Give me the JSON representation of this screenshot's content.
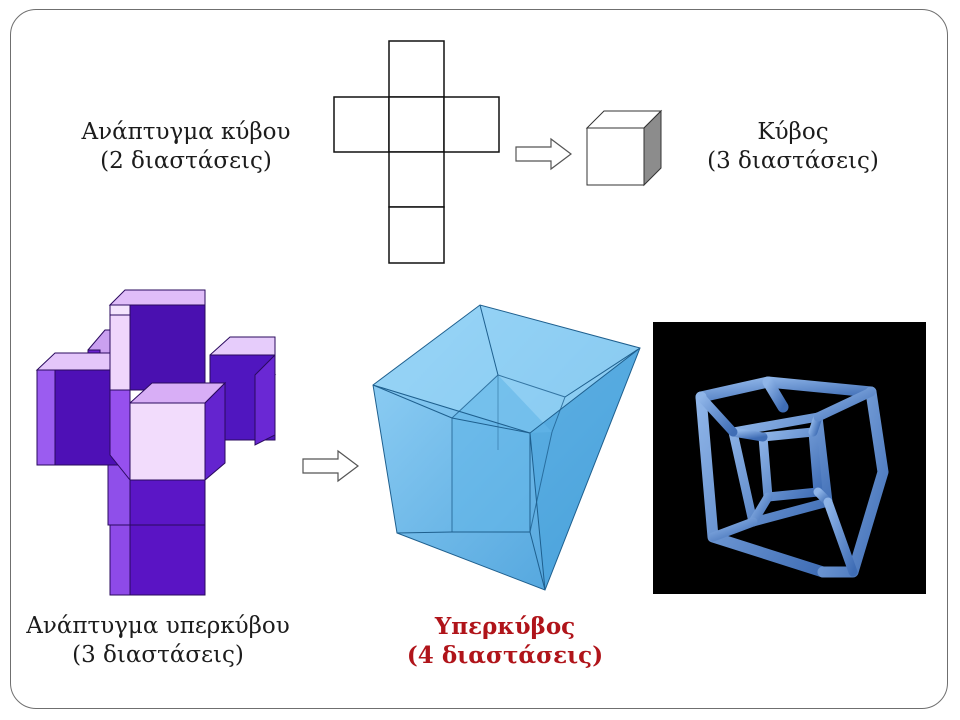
{
  "labels": {
    "cube_net": {
      "line1": "Ανάπτυγμα κύβου",
      "line2": "(2 διαστάσεις)"
    },
    "cube": {
      "line1": "Κύβος",
      "line2": "(3 διαστάσεις)"
    },
    "hypercube_net": {
      "line1": "Ανάπτυγμα υπερκύβου",
      "line2": "(3 διαστάσεις)"
    },
    "hypercube": {
      "line1": "Υπερκύβος",
      "line2": "(4 διαστάσεις)"
    }
  },
  "colors": {
    "highlight_text": "#b0141a",
    "net_cube_front": "#f0d2fb",
    "net_cube_side": "#5a17c8",
    "net_cube_top": "#d6a4f4",
    "hypercube_fill": "#5bb0e6",
    "tesseract_tube": "#4f83c8",
    "tesseract_bg": "#000000"
  },
  "icons": [
    "right-arrow-icon",
    "right-arrow-icon"
  ]
}
